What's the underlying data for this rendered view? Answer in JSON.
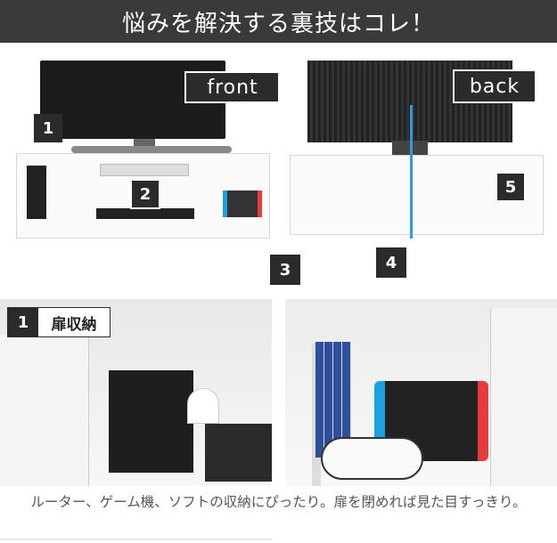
{
  "header": {
    "title": "悩みを解決する裏技はコレ！"
  },
  "front_photo": {
    "label": "front",
    "markers": [
      "1",
      "2"
    ]
  },
  "back_photo": {
    "label": "back",
    "markers": [
      "5",
      "3",
      "4"
    ]
  },
  "detail_left": {
    "marker": "1",
    "title": "扉収納"
  },
  "caption": "ルーター、ゲーム機、ソフトの収納にぴったり。扉を閉めれば見た目すっきり。",
  "colors": {
    "header_bg": "#3a3a3a",
    "tag_bg": "#2b2b2b"
  }
}
